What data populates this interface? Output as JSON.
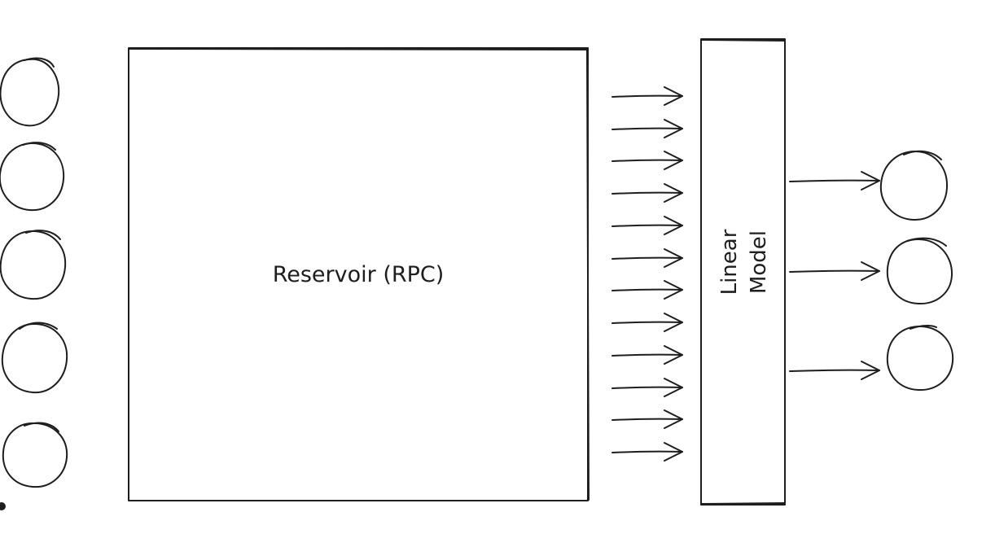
{
  "diagram": {
    "reservoir_label": "Reservoir (RPC)",
    "model_label_line1": "Linear",
    "model_label_line2": "Model",
    "input_node_count": 5,
    "reservoir_output_count": 12,
    "output_node_count": 3
  }
}
